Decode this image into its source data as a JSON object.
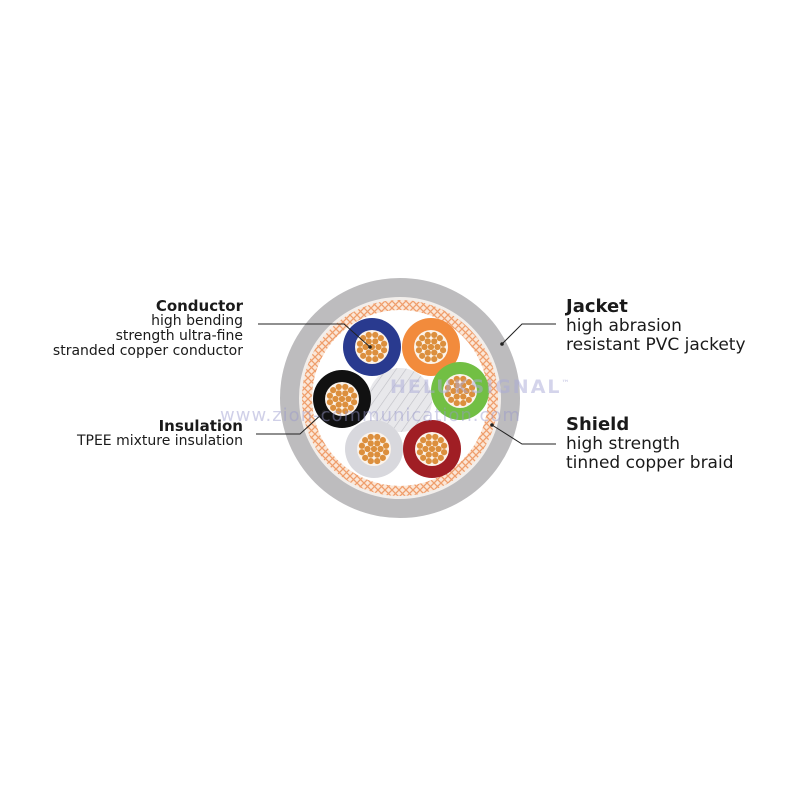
{
  "labels": {
    "conductor": {
      "title": "Conductor",
      "lines": [
        "high bending",
        "strength ultra-fine",
        "stranded copper conductor"
      ]
    },
    "insulation": {
      "title": "Insulation",
      "lines": [
        "TPEE mixture insulation"
      ]
    },
    "jacket": {
      "title": "Jacket",
      "lines": [
        "high abrasion",
        "resistant PVC jackety"
      ]
    },
    "shield": {
      "title": "Shield",
      "lines": [
        "high strength",
        "tinned copper braid"
      ]
    }
  },
  "watermark": {
    "url": "www.zion-communication.com",
    "brand": "HELUKSIGNAL",
    "trademark": "™"
  },
  "colors": {
    "jacket": "#bdbcbe",
    "shield_braid": "#f2a77a",
    "copper": "#dc8f3d",
    "filler": "#d8d8dc",
    "leader": "#222222",
    "cores": [
      "#293a8f",
      "#f28b3c",
      "#111111",
      "#72bf44",
      "#d8d8dd",
      "#a01e24"
    ]
  },
  "cores": [
    {
      "name": "blue-core",
      "color_index": 0
    },
    {
      "name": "orange-core",
      "color_index": 1
    },
    {
      "name": "black-core",
      "color_index": 2
    },
    {
      "name": "green-core",
      "color_index": 3
    },
    {
      "name": "white-core",
      "color_index": 4
    },
    {
      "name": "red-core",
      "color_index": 5
    }
  ]
}
